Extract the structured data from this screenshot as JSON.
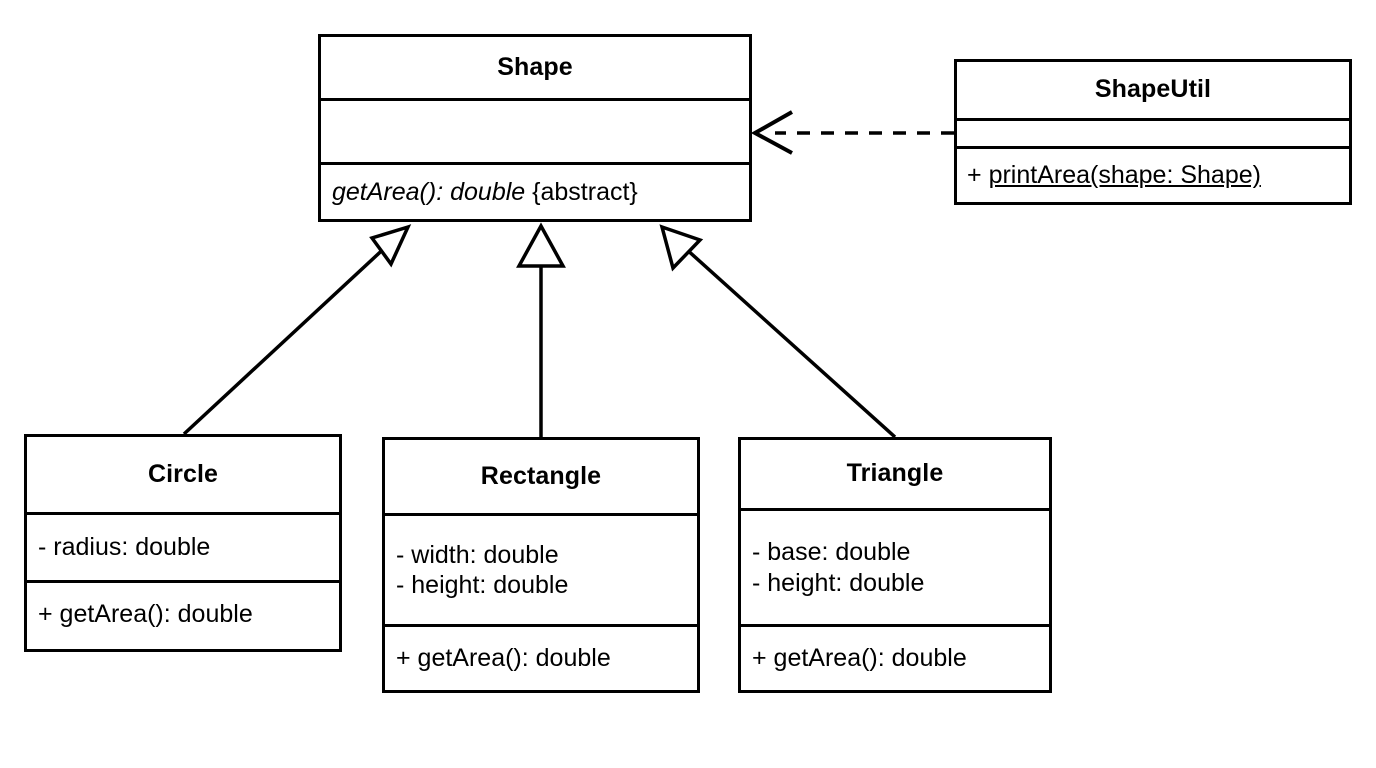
{
  "diagram": {
    "type": "uml-class-diagram",
    "title": "",
    "background_color": "#ffffff",
    "line_color": "#000000"
  },
  "classes": {
    "shape": {
      "name": "Shape",
      "stereotype": "abstract",
      "attributes": [],
      "operations": [
        {
          "signature": "getArea(): double",
          "constraint": "{abstract}",
          "visibility": "",
          "italic": true
        }
      ]
    },
    "shape_util": {
      "name": "ShapeUtil",
      "attributes": [],
      "operations": [
        {
          "visibility": "+",
          "signature": "printArea(shape: Shape)",
          "static": true
        }
      ]
    },
    "circle": {
      "name": "Circle",
      "attributes": [
        "- radius: double"
      ],
      "operations": [
        "+ getArea(): double"
      ]
    },
    "rectangle": {
      "name": "Rectangle",
      "attributes": [
        "- width: double",
        "- height: double"
      ],
      "operations": [
        "+ getArea(): double"
      ]
    },
    "triangle": {
      "name": "Triangle",
      "attributes": [
        "- base: double",
        "- height: double"
      ],
      "operations": [
        "+ getArea(): double"
      ]
    }
  },
  "relationships": [
    {
      "id": "circle-to-shape",
      "kind": "generalization",
      "from": "Circle",
      "to": "Shape",
      "line": "solid",
      "arrowhead": "hollow-triangle"
    },
    {
      "id": "rectangle-to-shape",
      "kind": "generalization",
      "from": "Rectangle",
      "to": "Shape",
      "line": "solid",
      "arrowhead": "hollow-triangle"
    },
    {
      "id": "triangle-to-shape",
      "kind": "generalization",
      "from": "Triangle",
      "to": "Shape",
      "line": "solid",
      "arrowhead": "hollow-triangle"
    },
    {
      "id": "shapeutil-to-shape",
      "kind": "dependency",
      "from": "ShapeUtil",
      "to": "Shape",
      "line": "dashed",
      "arrowhead": "open-arrow"
    }
  ]
}
